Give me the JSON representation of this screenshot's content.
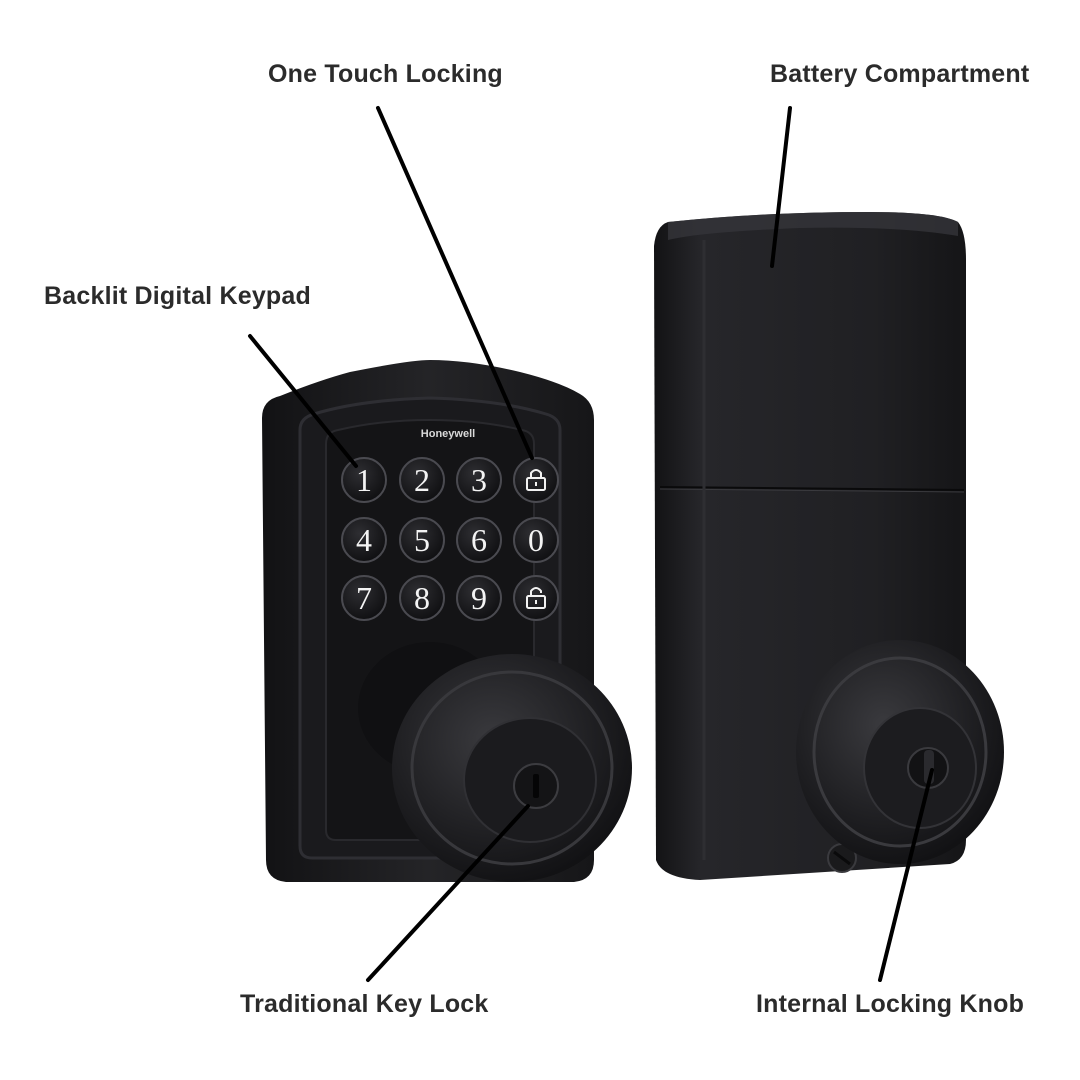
{
  "image": {
    "subject": "Honeywell keypad door knob lock, exterior and interior views",
    "colors": {
      "background": "#ffffff",
      "lock_body": "#1e1e20",
      "lock_highlight": "#3a3a3e",
      "callout_text": "#2b2b2b",
      "leader_line": "#000000"
    }
  },
  "callouts": {
    "one_touch": "One Touch Locking",
    "battery": "Battery Compartment",
    "keypad": "Backlit Digital Keypad",
    "key_lock": "Traditional Key Lock",
    "internal_knob": "Internal Locking Knob"
  },
  "device": {
    "brand": "Honeywell",
    "keypad": {
      "rows": [
        [
          "1",
          "2",
          "3",
          "lock"
        ],
        [
          "4",
          "5",
          "6",
          "0"
        ],
        [
          "7",
          "8",
          "9",
          "unlock"
        ]
      ]
    }
  }
}
